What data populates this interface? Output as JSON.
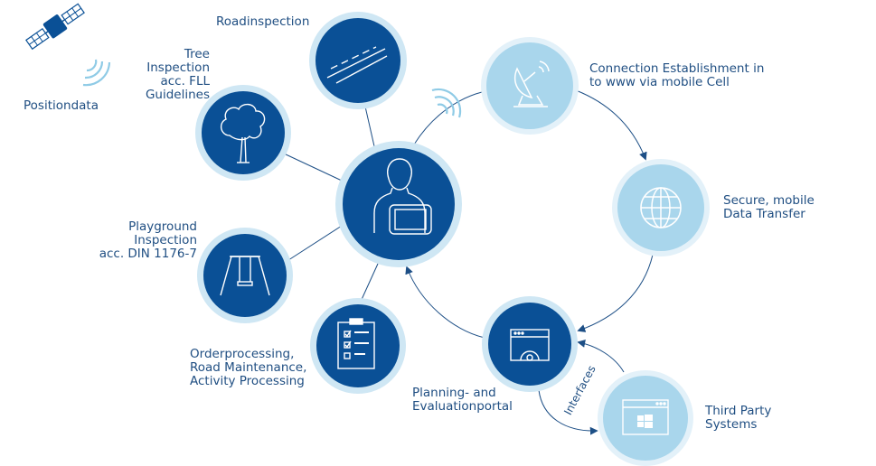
{
  "labels": {
    "positiondata": "Positiondata",
    "roadinspection": "Roadinspection",
    "tree": "Tree\nInspection\nacc. FLL\nGuidelines",
    "playground": "Playground\nInspection\nacc. DIN 1176-7",
    "order": "Orderprocessing,\nRoad Maintenance,\nActivity Processing",
    "connection": "Connection Establishment in\nto www via mobile Cell",
    "secure": "Secure, mobile\nData Transfer",
    "planning": "Planning- and\nEvaluationportal",
    "third_party": "Third Party\nSystems",
    "interfaces": "Interfaces"
  },
  "colors": {
    "dark_blue": "#0a5096",
    "light_blue": "#a9d6ec",
    "ring_light": "#cfe7f4",
    "text": "#1f4e82",
    "line": "#1d4f86"
  },
  "icons": [
    "satellite-icon",
    "road-icon",
    "tree-icon",
    "swing-icon",
    "clipboard-icon",
    "user-tablet-icon",
    "satellite-dish-icon",
    "globe-icon",
    "web-portal-icon",
    "windows-window-icon",
    "signal-waves-icon"
  ]
}
